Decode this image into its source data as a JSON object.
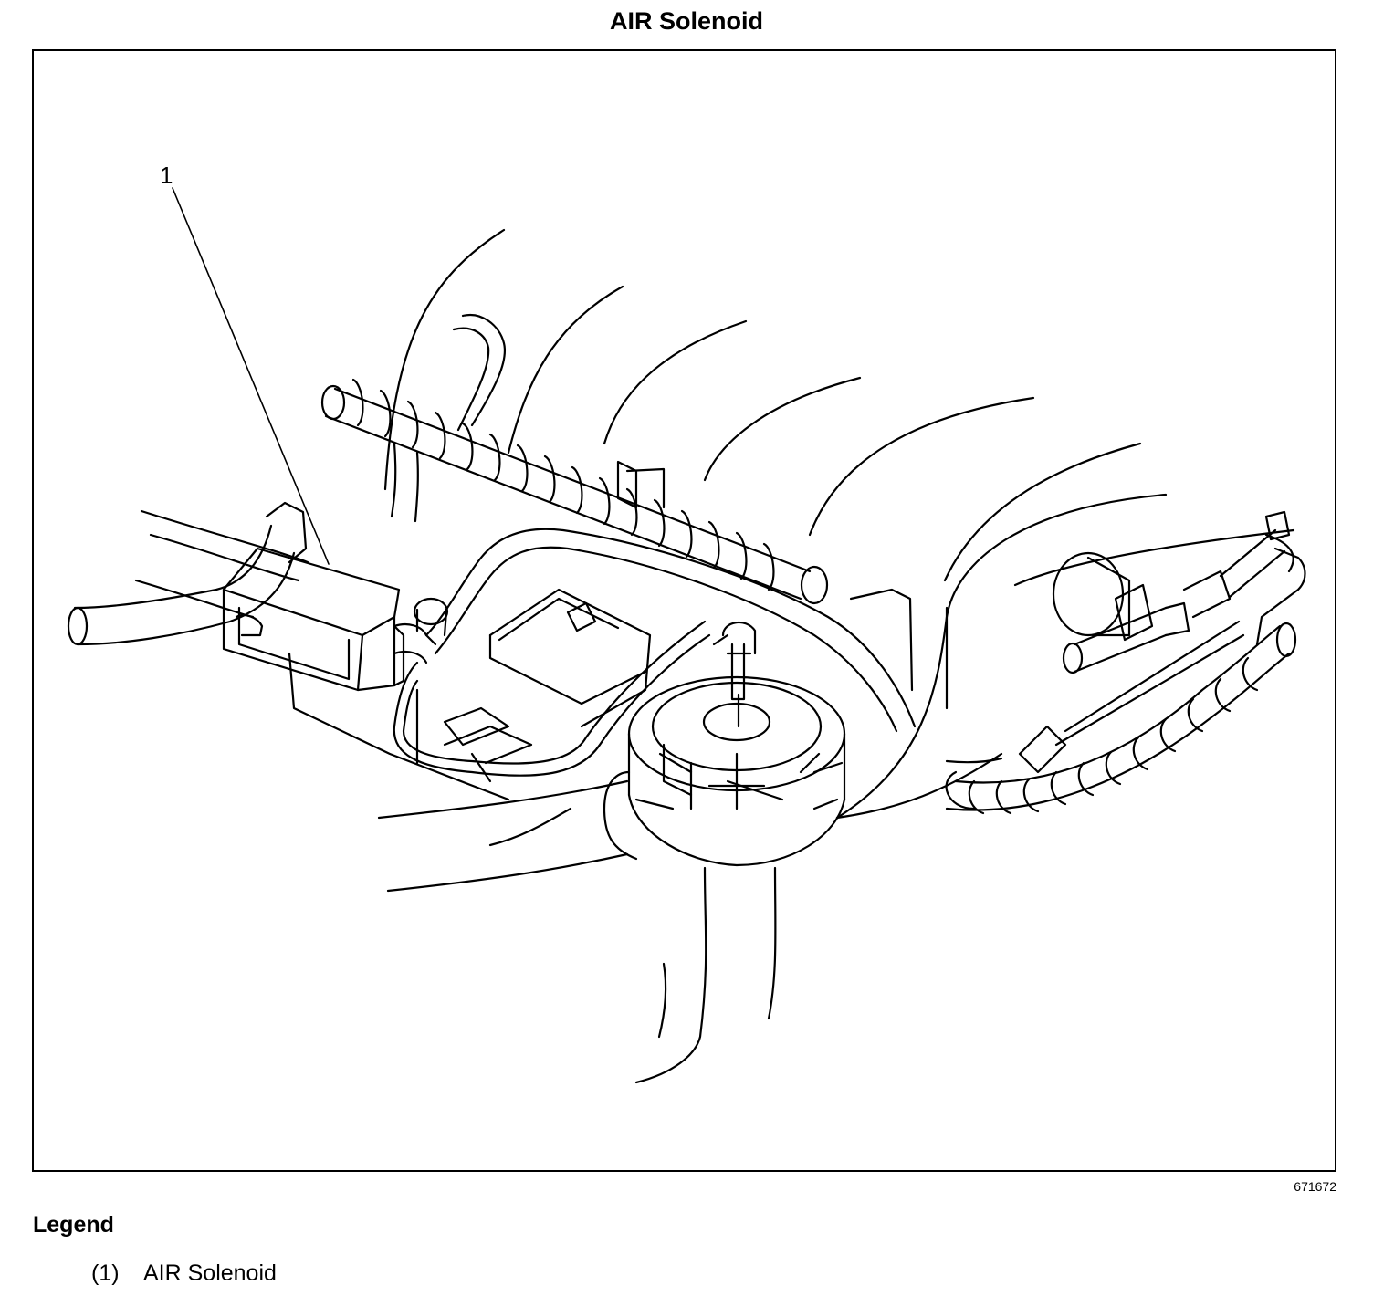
{
  "title": "AIR Solenoid",
  "figure": {
    "callout": "1",
    "figure_number": "671672"
  },
  "legend": {
    "heading": "Legend",
    "items": [
      {
        "number": "(1)",
        "label": "AIR Solenoid"
      }
    ]
  }
}
